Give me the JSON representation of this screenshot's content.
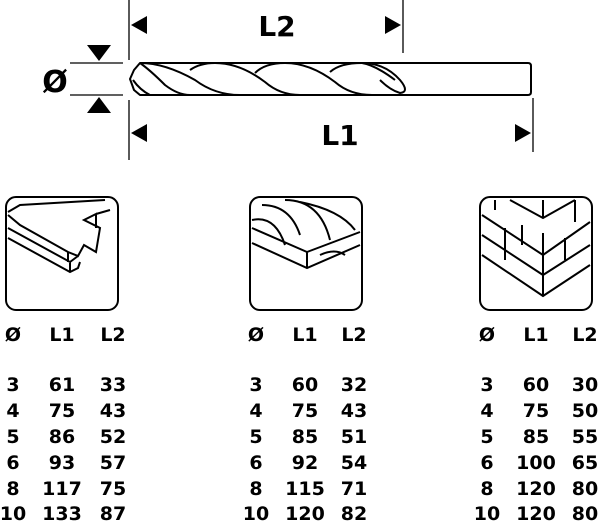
{
  "diagram": {
    "diameter_label": "Ø",
    "l1_label": "L1",
    "l2_label": "L2"
  },
  "tables": [
    {
      "material": "metal",
      "headers": [
        "Ø",
        "L1",
        "L2"
      ],
      "rows": [
        [
          "3",
          "61",
          "33"
        ],
        [
          "4",
          "75",
          "43"
        ],
        [
          "5",
          "86",
          "52"
        ],
        [
          "6",
          "93",
          "57"
        ],
        [
          "8",
          "117",
          "75"
        ],
        [
          "10",
          "133",
          "87"
        ]
      ]
    },
    {
      "material": "wood",
      "headers": [
        "Ø",
        "L1",
        "L2"
      ],
      "rows": [
        [
          "3",
          "60",
          "32"
        ],
        [
          "4",
          "75",
          "43"
        ],
        [
          "5",
          "85",
          "51"
        ],
        [
          "6",
          "92",
          "54"
        ],
        [
          "8",
          "115",
          "71"
        ],
        [
          "10",
          "120",
          "82"
        ]
      ]
    },
    {
      "material": "masonry",
      "headers": [
        "Ø",
        "L1",
        "L2"
      ],
      "rows": [
        [
          "3",
          "60",
          "30"
        ],
        [
          "4",
          "75",
          "50"
        ],
        [
          "5",
          "85",
          "55"
        ],
        [
          "6",
          "100",
          "65"
        ],
        [
          "8",
          "120",
          "80"
        ],
        [
          "10",
          "120",
          "80"
        ]
      ]
    }
  ]
}
